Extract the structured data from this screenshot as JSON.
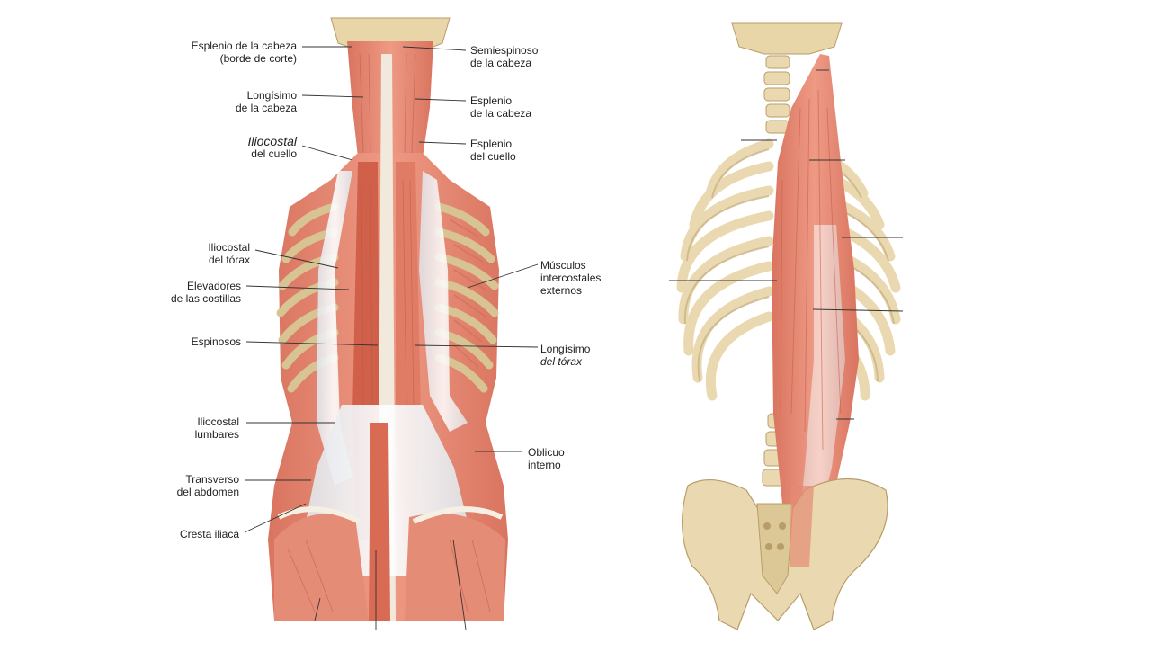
{
  "figure": {
    "left_labels": [
      {
        "id": "esplenio-cabeza-corte",
        "lines": [
          "Esplenio de la cabeza",
          "(borde de corte)"
        ]
      },
      {
        "id": "longisimo-cabeza",
        "lines": [
          "Longísimo",
          "de la cabeza"
        ]
      },
      {
        "id": "iliocostal-cuello",
        "lines": [
          "Iliocostal",
          "del cuello"
        ]
      },
      {
        "id": "iliocostal-torax",
        "lines": [
          "Iliocostal",
          "del tórax"
        ]
      },
      {
        "id": "elevadores-costillas",
        "lines": [
          "Elevadores",
          "de las costillas"
        ]
      },
      {
        "id": "espinosos",
        "lines": [
          "Espinosos"
        ]
      },
      {
        "id": "iliocostal-lumbares",
        "lines": [
          "Iliocostal",
          "lumbares"
        ]
      },
      {
        "id": "transverso-abdomen",
        "lines": [
          "Transverso",
          "del abdomen"
        ]
      },
      {
        "id": "cresta-iliaca",
        "lines": [
          "Cresta iliaca"
        ]
      }
    ],
    "right_labels": [
      {
        "id": "semiespinoso-cabeza",
        "lines": [
          "Semiespinoso",
          "de la cabeza"
        ]
      },
      {
        "id": "esplenio-cabeza",
        "lines": [
          "Esplenio",
          "de la cabeza"
        ]
      },
      {
        "id": "esplenio-cuello",
        "lines": [
          "Esplenio",
          "del cuello"
        ]
      },
      {
        "id": "musculos-intercostales",
        "lines": [
          "Músculos",
          "intercostales",
          "externos"
        ]
      },
      {
        "id": "longisimo-torax",
        "lines": [
          "Longísimo",
          "del tórax"
        ]
      },
      {
        "id": "oblicuo-interno",
        "lines": [
          "Oblicuo",
          "interno"
        ]
      }
    ],
    "colors": {
      "muscle": "#e48a74",
      "muscle_dark": "#c9634e",
      "tendon": "#eef0f2",
      "bone": "#ead9b0",
      "bone_shadow": "#c9b486",
      "leader": "#333333"
    }
  }
}
